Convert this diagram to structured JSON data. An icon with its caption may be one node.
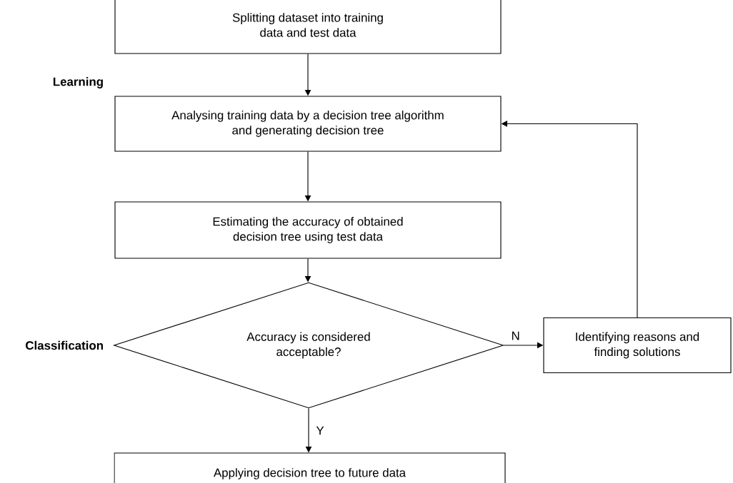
{
  "diagram": {
    "nodes": [
      {
        "text": [
          "Splitting dataset into training data and test data"
        ]
      },
      {
        "text": [
          "Analysing training data by a decision tree algorithm and generating decision tree"
        ]
      },
      {
        "text": [
          "Estimating the accuracy of obtained decision tree using test data"
        ]
      },
      {
        "text": [
          "Accuracy is considered acceptable?"
        ]
      },
      {
        "text": [
          "Identifying reasons and finding solutions"
        ]
      },
      {
        "text": [
          "Applying decision tree to future data"
        ]
      }
    ],
    "edges": [
      {
        "from": 0,
        "to": 1,
        "arrow": "to"
      },
      {
        "from": 1,
        "to": 2,
        "arrow": "to"
      },
      {
        "from": 2,
        "to": 3,
        "arrow": "to"
      },
      {
        "from": 3,
        "to": 4,
        "arrow": "to",
        "label": "N"
      },
      {
        "from": 4,
        "to": 1,
        "arrow": "to"
      },
      {
        "from": 3,
        "to": 5,
        "arrow": "to",
        "label": "Y"
      }
    ],
    "labels": [
      "Learning",
      "Classification"
    ]
  }
}
